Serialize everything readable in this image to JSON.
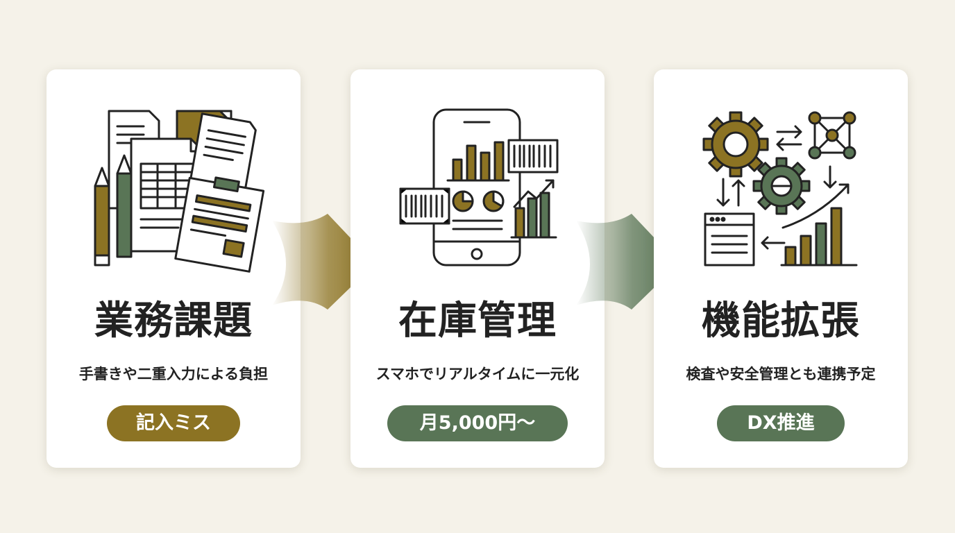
{
  "colors": {
    "background": "#f5f2e9",
    "card": "#ffffff",
    "olive_gold": "#8c7323",
    "sage_green": "#597556",
    "ink": "#222222"
  },
  "steps": [
    {
      "title": "業務課題",
      "description": "手書きや二重入力による負担",
      "badge": "記入ミス",
      "badge_color": "#8c7323",
      "icon": "paperwork-documents-icon"
    },
    {
      "title": "在庫管理",
      "description": "スマホでリアルタイムに一元化",
      "badge": "月5,000円〜",
      "badge_color": "#597556",
      "icon": "smartphone-barcode-dashboard-icon"
    },
    {
      "title": "機能拡張",
      "description": "検査や安全管理とも連携予定",
      "badge": "DX推進",
      "badge_color": "#597556",
      "icon": "gears-integration-growth-icon"
    }
  ],
  "arrows": [
    {
      "color": "#8c7323",
      "icon": "arrow-right-icon"
    },
    {
      "color": "#597556",
      "icon": "arrow-right-icon"
    }
  ]
}
